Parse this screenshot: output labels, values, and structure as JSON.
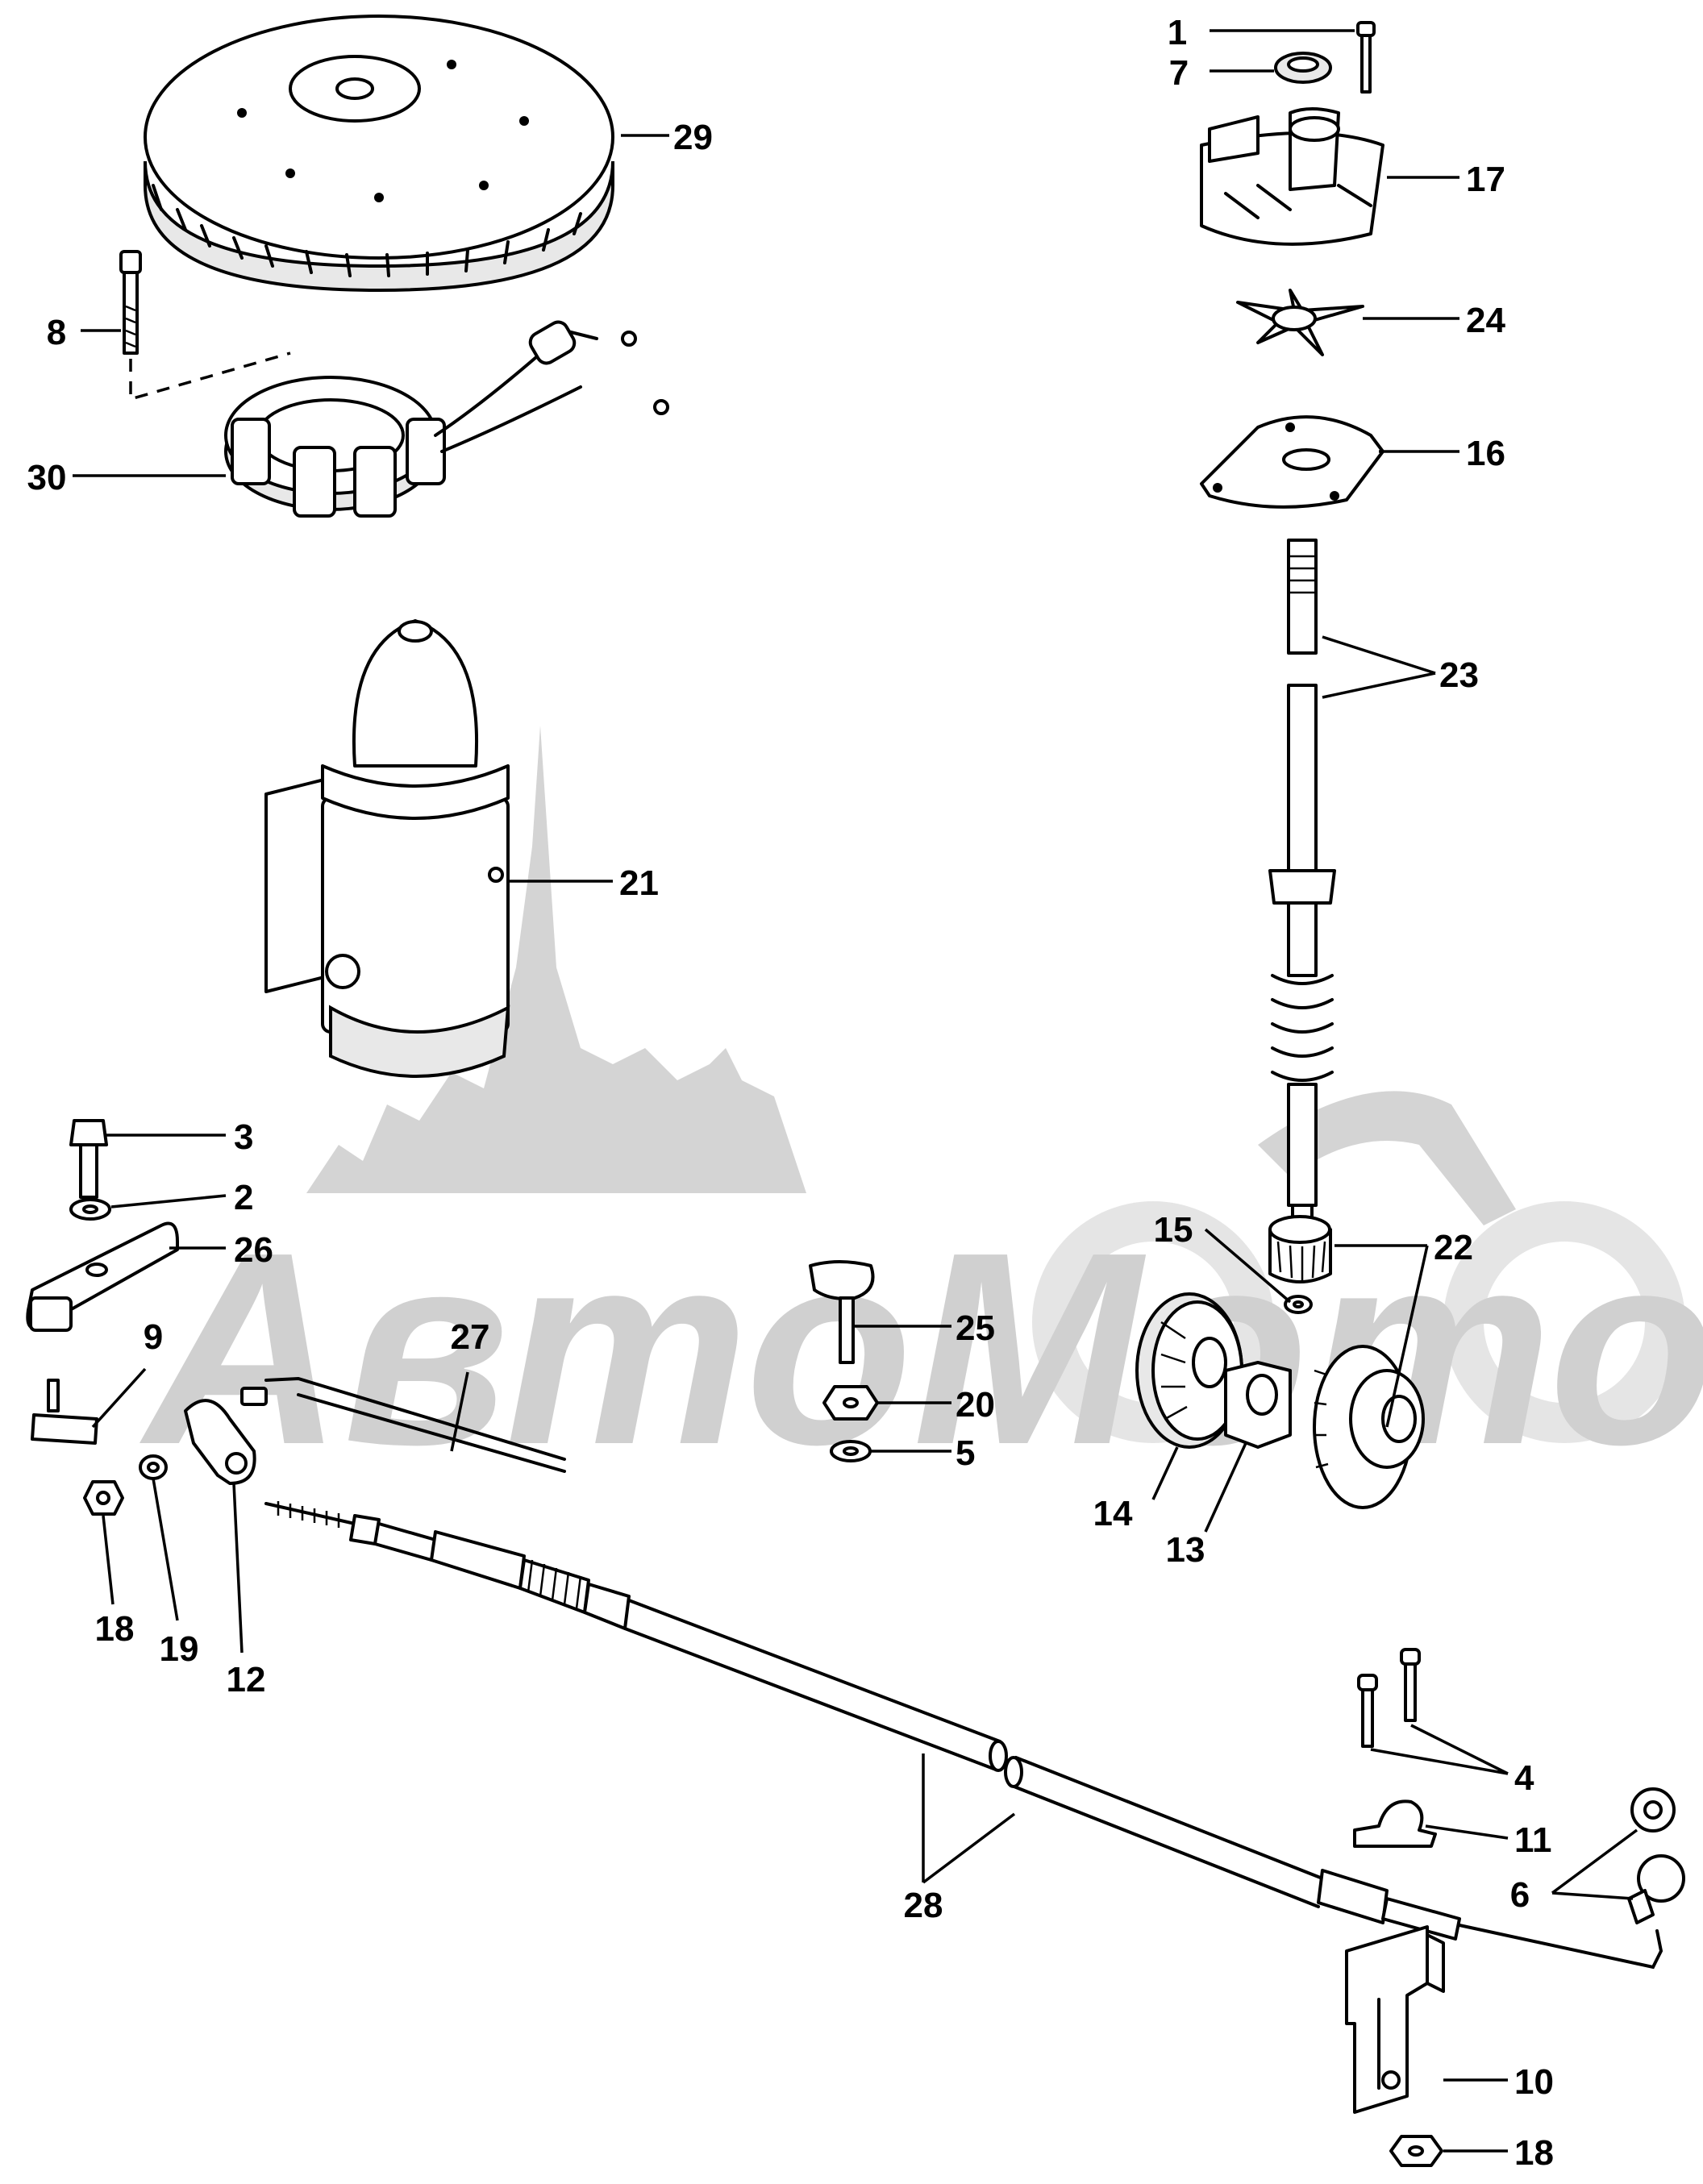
{
  "watermark": {
    "text": "АвтоМото"
  },
  "callouts": [
    {
      "id": "c1",
      "label": "1"
    },
    {
      "id": "c7",
      "label": "7"
    },
    {
      "id": "c29",
      "label": "29"
    },
    {
      "id": "c17",
      "label": "17"
    },
    {
      "id": "c8",
      "label": "8"
    },
    {
      "id": "c24",
      "label": "24"
    },
    {
      "id": "c30",
      "label": "30"
    },
    {
      "id": "c16",
      "label": "16"
    },
    {
      "id": "c23",
      "label": "23"
    },
    {
      "id": "c21",
      "label": "21"
    },
    {
      "id": "c3",
      "label": "3"
    },
    {
      "id": "c2",
      "label": "2"
    },
    {
      "id": "c26",
      "label": "26"
    },
    {
      "id": "c15",
      "label": "15"
    },
    {
      "id": "c22",
      "label": "22"
    },
    {
      "id": "c9",
      "label": "9"
    },
    {
      "id": "c27",
      "label": "27"
    },
    {
      "id": "c25",
      "label": "25"
    },
    {
      "id": "c20",
      "label": "20"
    },
    {
      "id": "c5",
      "label": "5"
    },
    {
      "id": "c14",
      "label": "14"
    },
    {
      "id": "c13",
      "label": "13"
    },
    {
      "id": "c18a",
      "label": "18"
    },
    {
      "id": "c19",
      "label": "19"
    },
    {
      "id": "c12",
      "label": "12"
    },
    {
      "id": "c4",
      "label": "4"
    },
    {
      "id": "c11",
      "label": "11"
    },
    {
      "id": "c6",
      "label": "6"
    },
    {
      "id": "c28",
      "label": "28"
    },
    {
      "id": "c10",
      "label": "10"
    },
    {
      "id": "c18b",
      "label": "18"
    }
  ]
}
